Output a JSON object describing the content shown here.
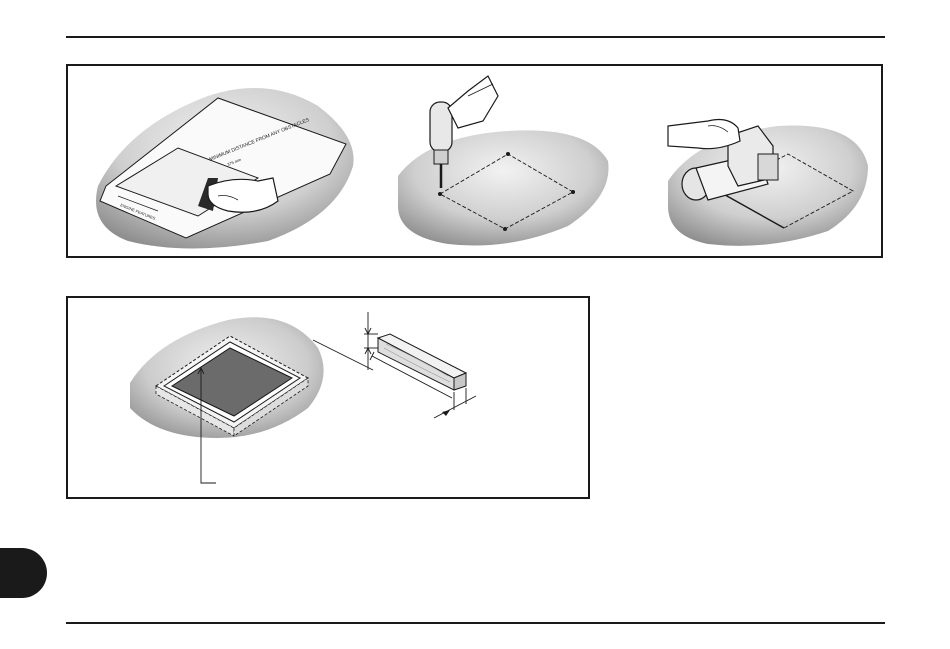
{
  "illustrations": {
    "step1_label_main": "MINIMUM DISTANCE FROM ANY OBSTACLES",
    "step1_label_sub": "375 mm",
    "step1_label_side": "ENGINE FEATURES"
  },
  "colors": {
    "ink": "#1a1a1a",
    "floor": "#cfcfcf",
    "floor_dark": "#8f8f8f",
    "pit_fill": "#6b6b6b"
  }
}
